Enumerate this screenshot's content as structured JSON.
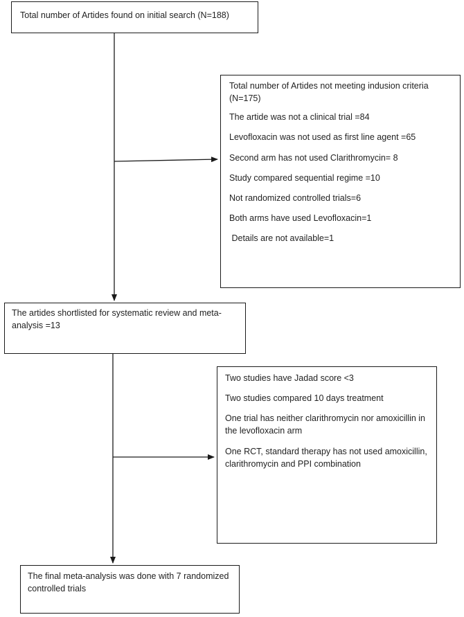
{
  "boxes": {
    "initial_search": "Total number of Artides found on initial search (N=188)",
    "excluded": {
      "heading": "Total number of Artides not meeting indusion criteria (N=175)",
      "items": [
        "The artide was not a clinical trial =84",
        "Levofloxacin was not used as first line agent =65",
        "Second arm has not used Clarithromycin= 8",
        "Study compared sequential regime =10",
        "Not randomized controlled trials=6",
        "Both arms have used Levofloxacin=1",
        " Details are not available=1"
      ]
    },
    "shortlisted": "The artides shortlisted for systematic review and meta-analysis =13",
    "second_excluded": {
      "items": [
        "Two studies have Jadad score <3",
        "Two studies compared 10 days treatment",
        "One trial has neither clarithromycin nor amoxicillin in the levofloxacin arm",
        "One RCT, standard therapy has not used amoxicillin, clarithromycin and PPI combination"
      ]
    },
    "final": "The final meta-analysis was done with 7 randomized controlled trials"
  }
}
